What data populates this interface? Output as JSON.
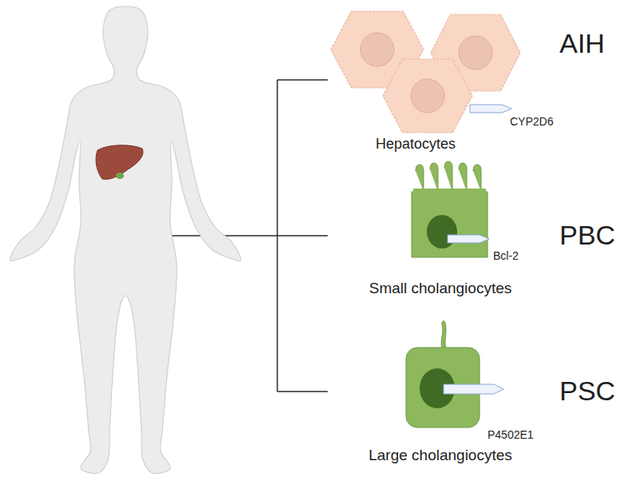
{
  "diagram": {
    "nodes": [
      {
        "text": [
          "CYP2D6",
          "Hepatocytes"
        ]
      },
      {
        "text": [
          "Bcl-2",
          "Small cholangiocytes"
        ]
      },
      {
        "text": [
          "P4502E1",
          "Large cholangiocytes"
        ]
      }
    ],
    "labels": [
      "AIH",
      "PBC",
      "PSC"
    ]
  }
}
